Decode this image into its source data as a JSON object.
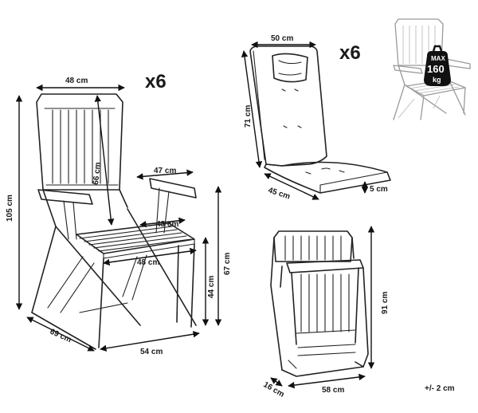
{
  "main_chair": {
    "width_top": "48 cm",
    "height_total": "105 cm",
    "back_height": "66 cm",
    "armrest_length": "47 cm",
    "seat_depth": "43 cm",
    "seat_width": "48 cm",
    "seat_height": "44 cm",
    "armrest_height": "67 cm",
    "base_depth": "69 cm",
    "base_width": "54 cm",
    "quantity": "x6"
  },
  "cushion": {
    "width": "50 cm",
    "height": "71 cm",
    "seat_depth": "45 cm",
    "thickness": "5 cm",
    "quantity": "x6"
  },
  "folded_chair": {
    "height": "91 cm",
    "depth": "16 cm",
    "width": "58 cm"
  },
  "weight_badge": {
    "line1": "MAX",
    "line2": "160",
    "line3": "kg"
  },
  "tolerance": "+/- 2 cm",
  "colors": {
    "outline": "#222222",
    "ghost": "#9a9a9a",
    "badge": "#111111"
  }
}
